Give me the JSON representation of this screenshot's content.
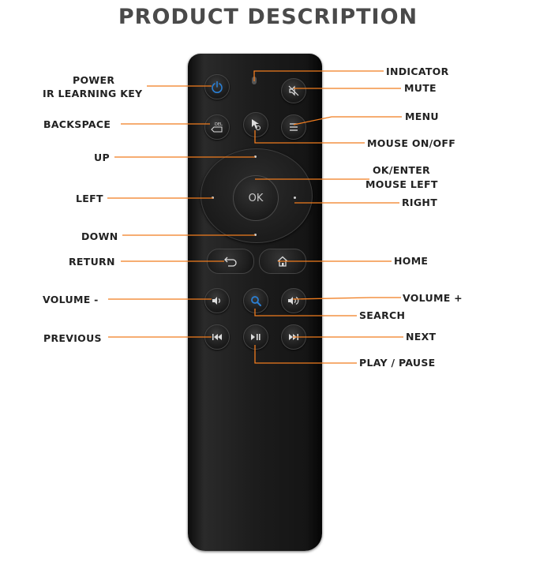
{
  "title": "PRODUCT DESCRIPTION",
  "remote": {
    "ok_label": "OK"
  },
  "labels": {
    "power": "POWER",
    "ir_learning": "IR LEARNING KEY",
    "backspace": "BACKSPACE",
    "up": "UP",
    "left": "LEFT",
    "down": "DOWN",
    "return": "RETURN",
    "volume_minus": "VOLUME -",
    "previous": "PREVIOUS",
    "indicator": "INDICATOR",
    "mute": "MUTE",
    "menu": "MENU",
    "mouse_on_off": "MOUSE ON/OFF",
    "ok_enter": "OK/ENTER",
    "mouse_left": "MOUSE LEFT",
    "right": "RIGHT",
    "home": "HOME",
    "volume_plus": "VOLUME +",
    "search": "SEARCH",
    "next": "NEXT",
    "play_pause": "PLAY / PAUSE"
  },
  "colors": {
    "leader_line": "#f07c1e",
    "power_icon": "#2a7fd4",
    "search_icon": "#2a7fd4",
    "remote_body": "#1a1a1a"
  }
}
